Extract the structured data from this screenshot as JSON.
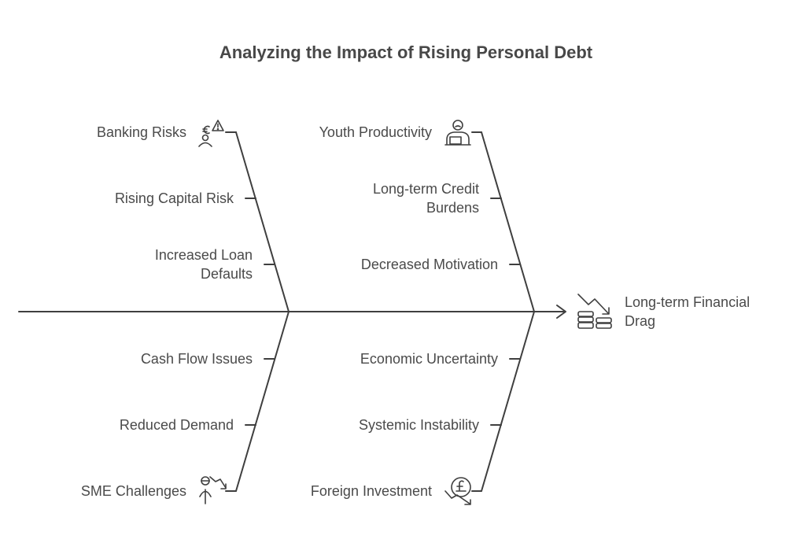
{
  "title": "Analyzing the Impact of Rising Personal Debt",
  "effect": {
    "label_lines": [
      "Long-term Financial",
      "Drag"
    ],
    "icon": "declining-coins-icon"
  },
  "bones": {
    "upper_left": {
      "head": "Banking Risks",
      "head_icon": "banking-risk-icon",
      "causes": [
        {
          "lines": [
            "Rising Capital Risk"
          ]
        },
        {
          "lines": [
            "Increased Loan",
            "Defaults"
          ]
        }
      ]
    },
    "upper_right": {
      "head": "Youth Productivity",
      "head_icon": "worker-laptop-icon",
      "causes": [
        {
          "lines": [
            "Long-term Credit",
            "Burdens"
          ]
        },
        {
          "lines": [
            "Decreased Motivation"
          ]
        }
      ]
    },
    "lower_left": {
      "head": "SME Challenges",
      "head_icon": "business-decline-icon",
      "causes": [
        {
          "lines": [
            "Cash Flow Issues"
          ]
        },
        {
          "lines": [
            "Reduced Demand"
          ]
        }
      ]
    },
    "lower_right": {
      "head": "Foreign Investment",
      "head_icon": "pound-decline-icon",
      "causes": [
        {
          "lines": [
            "Economic Uncertainty"
          ]
        },
        {
          "lines": [
            "Systemic Instability"
          ]
        }
      ]
    }
  }
}
